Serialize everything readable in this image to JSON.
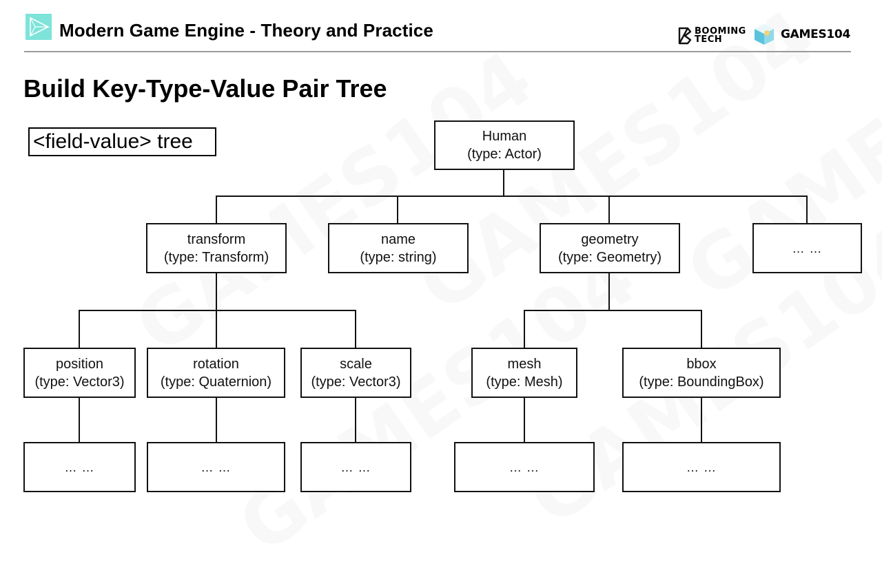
{
  "header": {
    "title": "Modern Game Engine - Theory and Practice",
    "icon": "play-triangle-icon",
    "icon_color": "#7ee3d8",
    "logos": {
      "booming_tech": [
        "BOOMING",
        "TECH"
      ],
      "games104": "GAMES104"
    }
  },
  "slide": {
    "heading": "Build Key-Type-Value Pair Tree",
    "label_box": "<field-value> tree"
  },
  "watermark": "GAMES104",
  "tree": {
    "root": {
      "name": "Human",
      "type": "(type: Actor)"
    },
    "level2": [
      {
        "name": "transform",
        "type": "(type: Transform)"
      },
      {
        "name": "name",
        "type": "(type: string)"
      },
      {
        "name": "geometry",
        "type": "(type: Geometry)"
      },
      {
        "name": "",
        "type": "",
        "ellipsis": "… …"
      }
    ],
    "level3": [
      {
        "name": "position",
        "type": "(type: Vector3)",
        "parent": "transform"
      },
      {
        "name": "rotation",
        "type": "(type: Quaternion)",
        "parent": "transform"
      },
      {
        "name": "scale",
        "type": "(type: Vector3)",
        "parent": "transform"
      },
      {
        "name": "mesh",
        "type": "(type: Mesh)",
        "parent": "geometry"
      },
      {
        "name": "bbox",
        "type": "(type: BoundingBox)",
        "parent": "geometry"
      }
    ],
    "level4": [
      {
        "ellipsis": "… …",
        "parent": "position"
      },
      {
        "ellipsis": "… …",
        "parent": "rotation"
      },
      {
        "ellipsis": "… …",
        "parent": "scale"
      },
      {
        "ellipsis": "… …",
        "parent": "mesh"
      },
      {
        "ellipsis": "… …",
        "parent": "bbox"
      }
    ]
  }
}
